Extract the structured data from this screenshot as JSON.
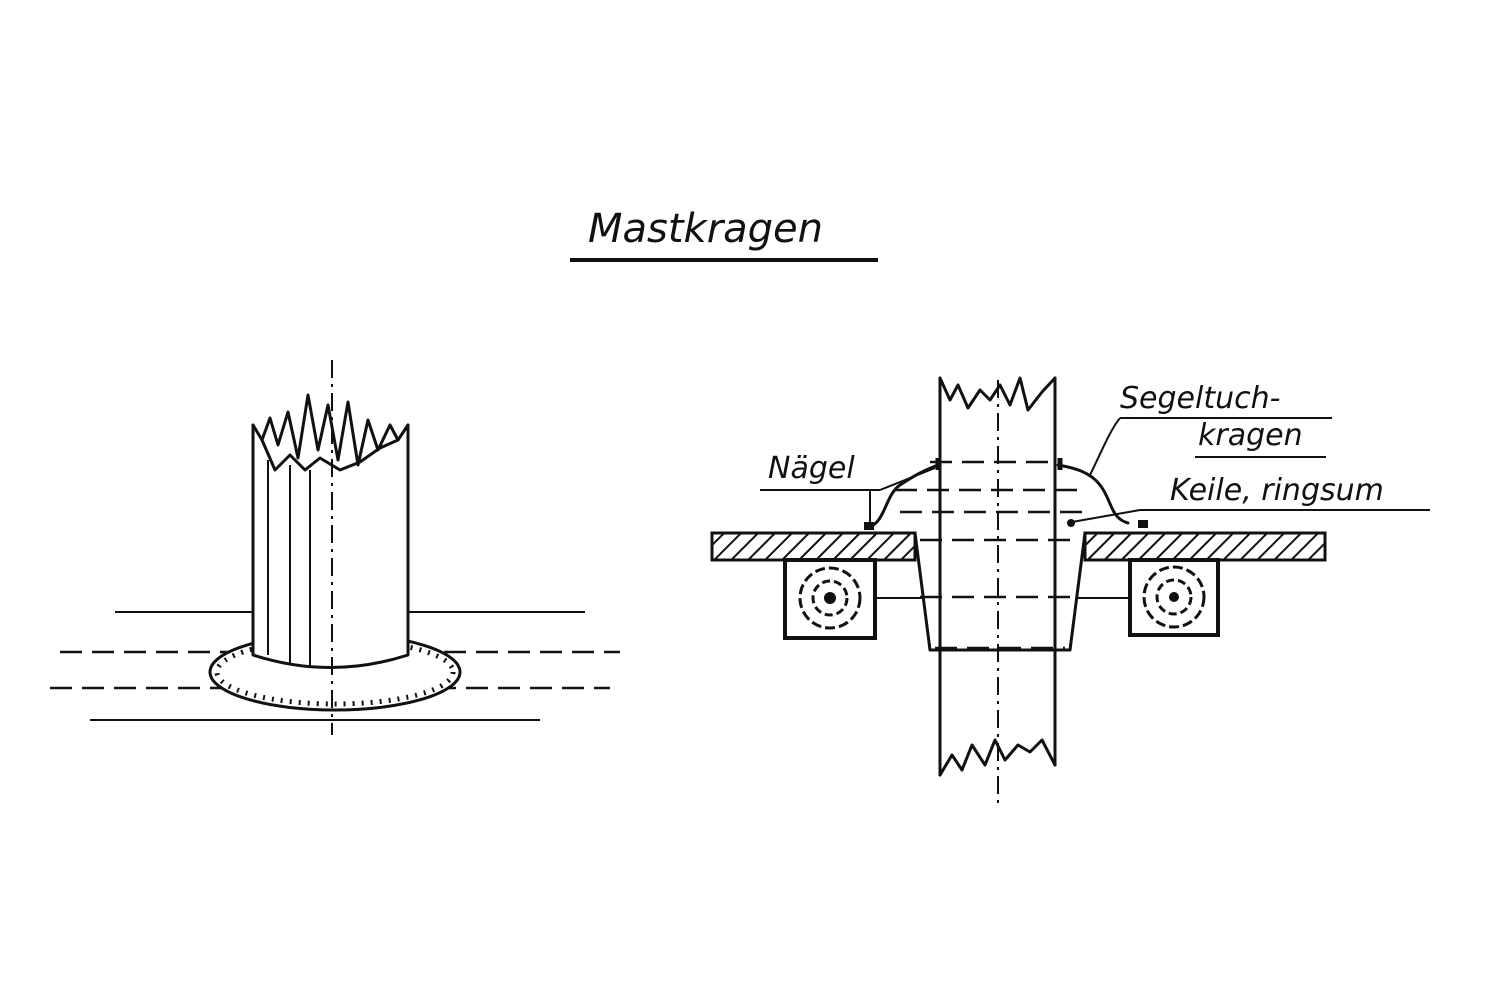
{
  "title": "Mastkragen",
  "labels": {
    "naegel": "Nägel",
    "segeltuch_line1": "Segeltuch-",
    "segeltuch_line2": "kragen",
    "keile": "Keile, ringsum"
  }
}
